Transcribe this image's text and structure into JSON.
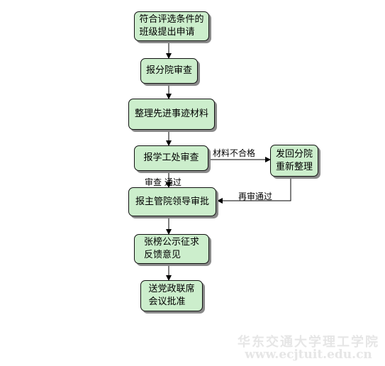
{
  "nodes": {
    "apply": "符合评选条件的\n班级提出申请",
    "branch_review": "报分院审查",
    "organize": "整理先进事迹材料",
    "student_affairs_review": "报学工处审查",
    "return_branch": "发回分院\n重新整理",
    "leader_approval": "报主管院领导审批",
    "publicize": "张榜公示征求\n反馈意见",
    "party_meeting": "送党政联席\n会议批准"
  },
  "edge_labels": {
    "materials_fail": "材料不合格",
    "review_passed": "审查  通过",
    "re_review_passed": "再审通过"
  },
  "watermark": {
    "text_cn": "华东交通大学理工学院",
    "text_url": "www.ecjtuit.edu.cn"
  }
}
